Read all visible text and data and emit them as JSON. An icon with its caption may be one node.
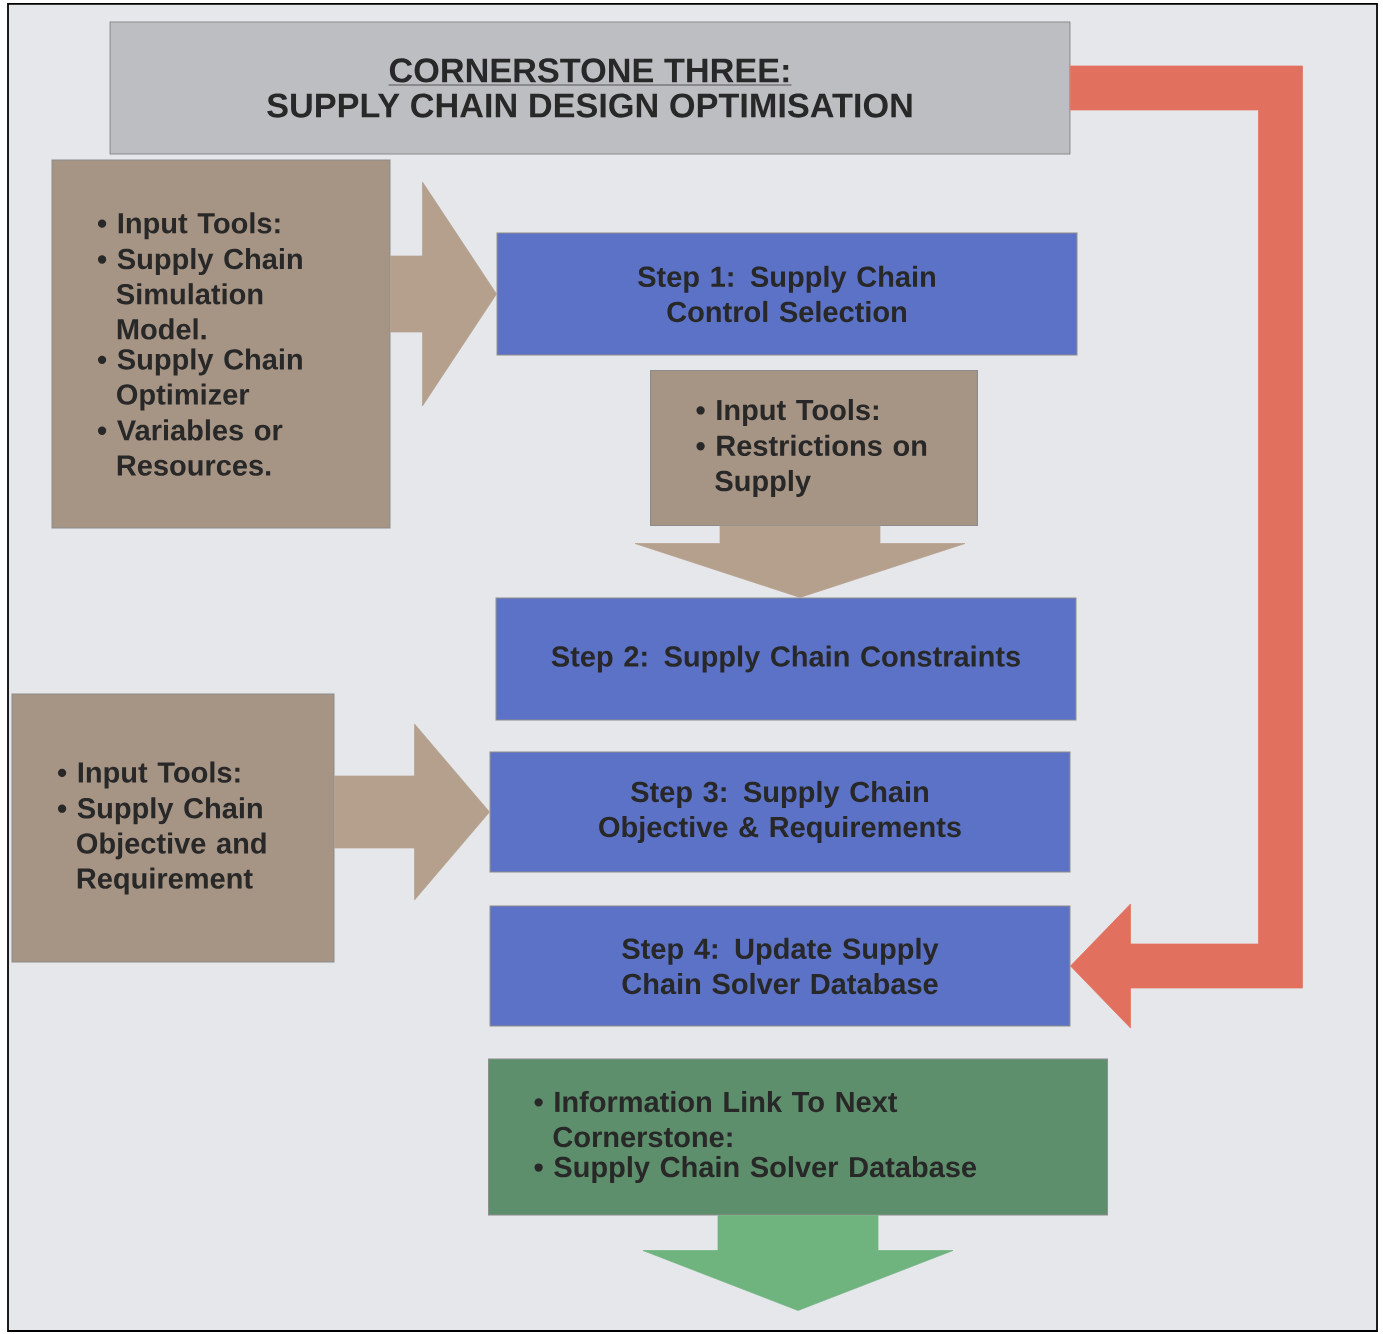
{
  "diagram": {
    "nodes": [
      {
        "text": [
          "CORNERSTONE THREE:",
          "SUPPLY CHAIN DESIGN OPTIMISATION"
        ]
      },
      {
        "text": [
          "• Input Tools:",
          "• Supply Chain Simulation Model.",
          "• Supply Chain Optimizer",
          "• Variables or Resources."
        ]
      },
      {
        "text": [
          "Step 1: Supply Chain Control Selection"
        ]
      },
      {
        "text": [
          "• Input Tools:",
          "• Restrictions on Supply"
        ]
      },
      {
        "text": [
          "Step 2: Supply Chain Constraints"
        ]
      },
      {
        "text": [
          "• Input Tools:",
          "• Supply Chain Objective and Requirement"
        ]
      },
      {
        "text": [
          "Step 3: Supply Chain Objective & Requirements"
        ]
      },
      {
        "text": [
          "Step 4: Update Supply Chain Solver Database"
        ]
      },
      {
        "text": [
          "• Information Link To Next Cornerstone:",
          "• Supply Chain Solver Database"
        ]
      }
    ],
    "edges": [
      {
        "from": 1,
        "to": 2,
        "arrow": "to"
      },
      {
        "from": 3,
        "to": 4,
        "arrow": "to"
      },
      {
        "from": 5,
        "to": 6,
        "arrow": "to"
      },
      {
        "from": 0,
        "to": 7,
        "arrow": "to",
        "color": "#e2705f"
      },
      {
        "from": 8,
        "to": null,
        "arrow": "to",
        "color": "#6fb37e"
      }
    ]
  }
}
